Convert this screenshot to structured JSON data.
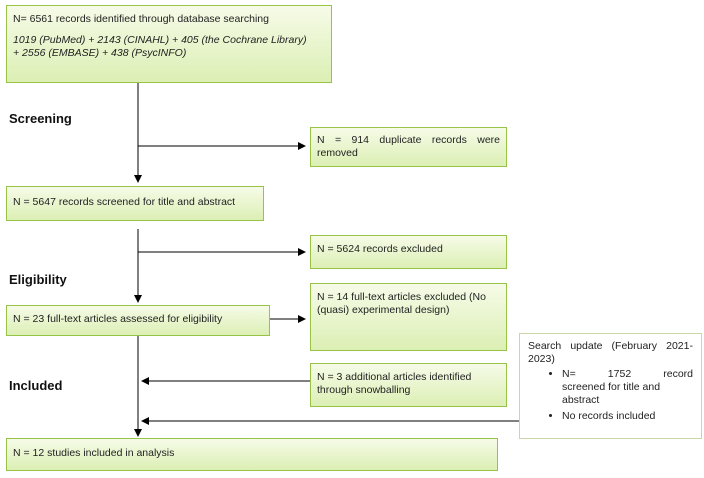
{
  "stages": {
    "screening": "Screening",
    "eligibility": "Eligibility",
    "included": "Included"
  },
  "boxes": {
    "identified": {
      "line1": "N= 6561 records identified through database searching",
      "line2": "1019 (PubMed) + 2143 (CINAHL) + 405 (the Cochrane Library)",
      "line3": "+ 2556 (EMBASE) + 438 (PsycINFO)"
    },
    "duplicates": {
      "line1": "N = 914 duplicate records were",
      "line2": "removed"
    },
    "screened": "N = 5647 records screened for title and abstract",
    "excluded_screening": "N = 5624 records excluded",
    "fulltext_assessed": "N = 23 full-text articles assessed for eligibility",
    "fulltext_excluded": {
      "line1": "N = 14 full-text articles excluded (No",
      "line2": "(quasi) experimental design)"
    },
    "snowballing": {
      "line1": "N = 3 additional articles identified",
      "line2": "through snowballing"
    },
    "search_update": {
      "title_line1": "Search update (February 2021-",
      "title_line2": "2023)",
      "bullet1_line1": "N= 1752 record",
      "bullet1_line2": "screened for title and",
      "bullet1_line3": "abstract",
      "bullet2": "No records included"
    },
    "included": "N = 12 studies included in analysis"
  },
  "colors": {
    "box_border": "#97c447",
    "box_fill_top": "#f6fbe8",
    "box_fill_bottom": "#dcefb4",
    "arrow": "#000000"
  }
}
